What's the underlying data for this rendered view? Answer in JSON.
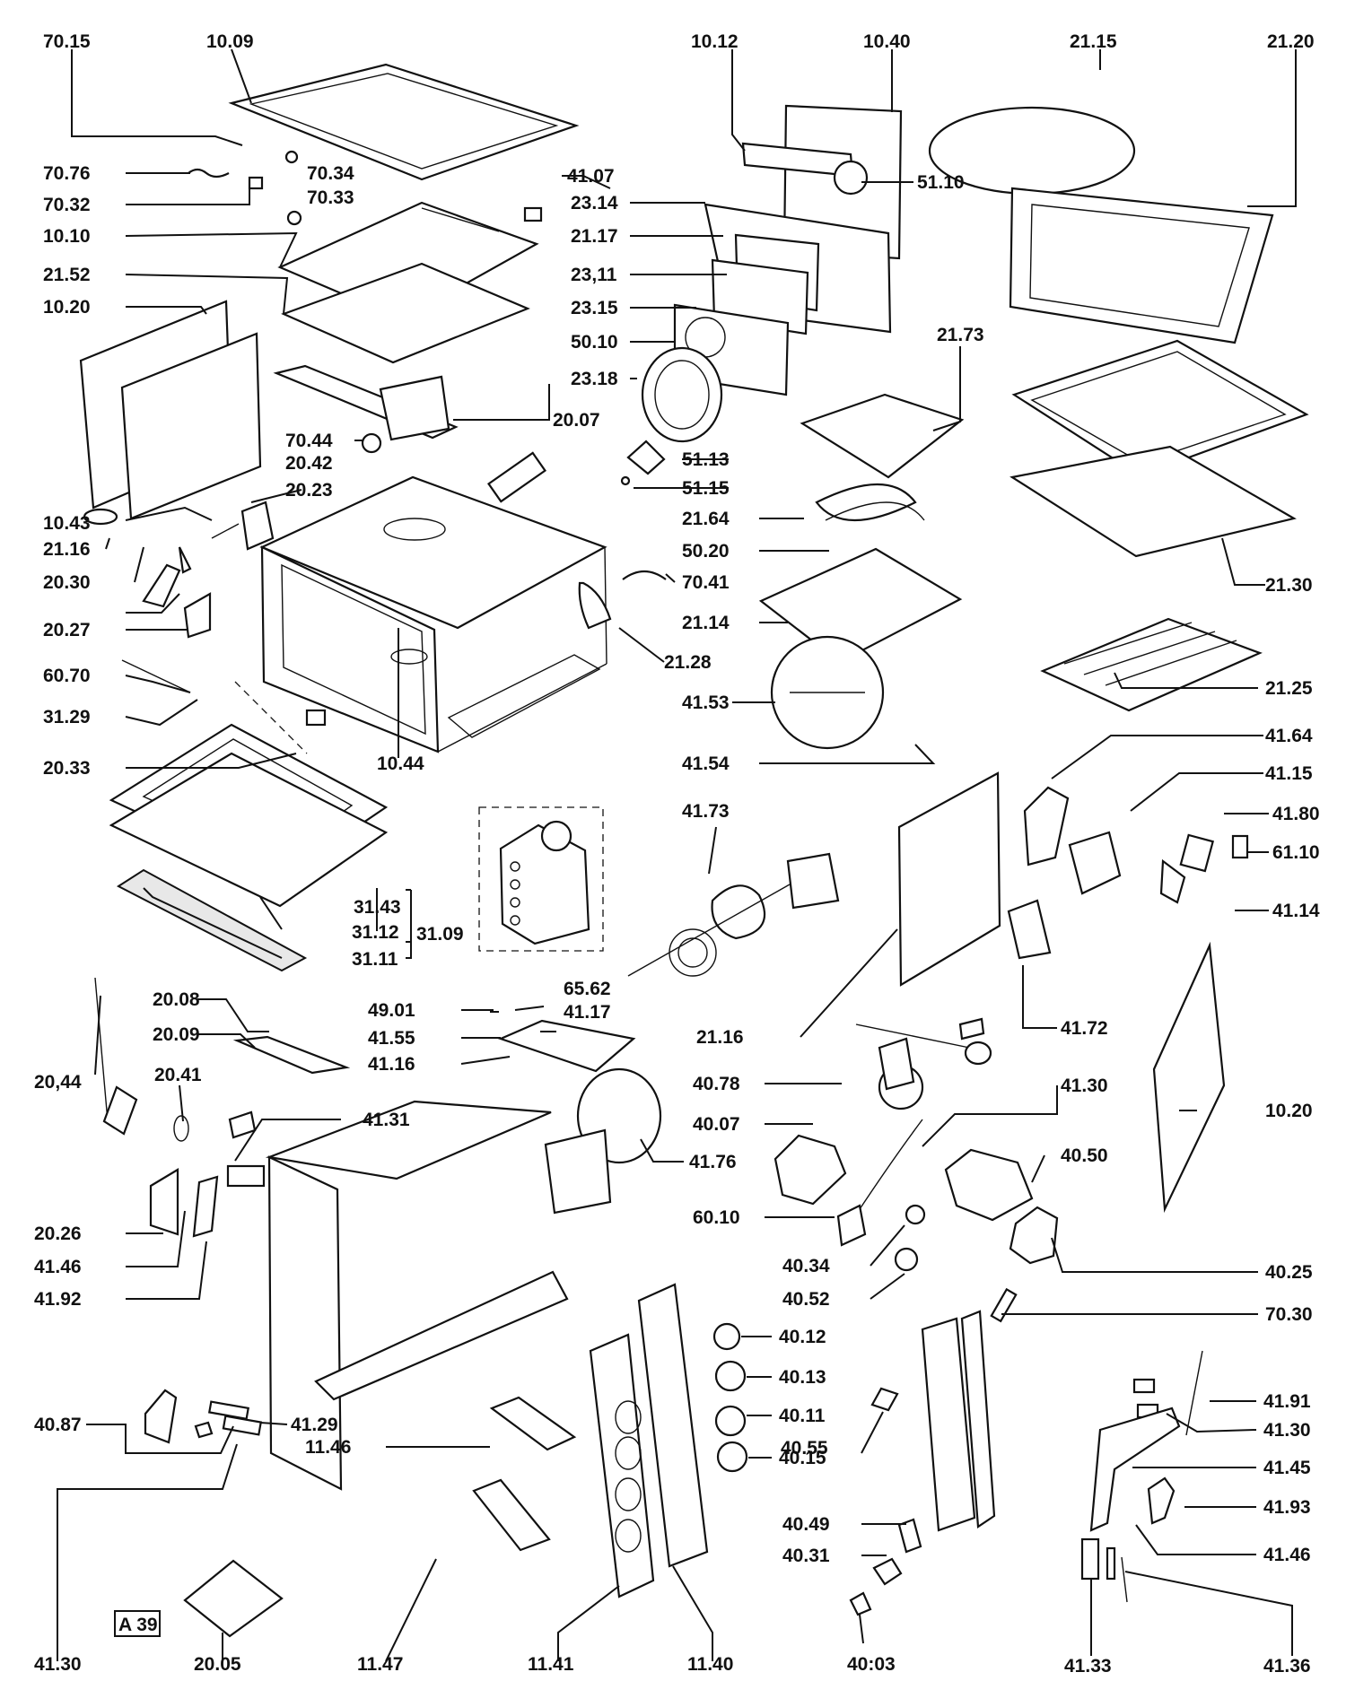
{
  "diagram": {
    "page_ref": "A 39",
    "labels": {
      "l7015": "70.15",
      "l1009": "10.09",
      "l7076": "70.76",
      "l7034": "70.34",
      "l7033": "70.33",
      "l7032": "70.32",
      "l1010": "10.10",
      "l2152": "21.52",
      "l1020a": "10.20",
      "l2007": "20.07",
      "l7044": "70.44",
      "l2042": "20.42",
      "l2023": "20.23",
      "l1043": "10.43",
      "l2116a": "21.16",
      "l2030": "20.30",
      "l2027": "20.27",
      "l6070": "60.70",
      "l3129": "31.29",
      "l2033": "20.33",
      "l1044": "10.44",
      "l3143": "31.43",
      "l3112": "31.12",
      "l3109": "31.09",
      "l3111": "31.11",
      "l4107": "41.07",
      "l1012": "10.12",
      "l1040": "10.40",
      "l5110": "51.10",
      "l2314": "23.14",
      "l2117": "21.17",
      "l2311": "23,11",
      "l2315": "23.15",
      "l5010": "50.10",
      "l2318": "23.18",
      "l5113": "51.13",
      "l5115": "51.15",
      "l2164": "21.64",
      "l5020": "50.20",
      "l7041": "70.41",
      "l2114": "21.14",
      "l2128": "21.28",
      "l4153": "41.53",
      "l4154": "41.54",
      "l4173": "41.73",
      "l2173": "21.73",
      "l2115": "21.15",
      "l2120": "21.20",
      "l2130": "21.30",
      "l2125": "21.25",
      "l4164": "41.64",
      "l4115": "41.15",
      "l4180": "41.80",
      "l6110": "61.10",
      "l4114": "41.14",
      "l2116b": "21.16",
      "l4172": "41.72",
      "l1020b": "10.20",
      "l2008": "20.08",
      "l2009": "20.09",
      "l2044": "20,44",
      "l2041": "20.41",
      "l4131": "41.31",
      "l2026": "20.26",
      "l4146a": "41.46",
      "l4192": "41.92",
      "l4901": "49.01",
      "l6562": "65.62",
      "l4155": "41.55",
      "l4117": "41.17",
      "l4116": "41.16",
      "l4176": "41.76",
      "l4078": "40.78",
      "l4007": "40.07",
      "l6010": "60.10",
      "l4130a": "41.30",
      "l4050": "40.50",
      "l4034": "40.34",
      "l4052": "40.52",
      "l4025": "40.25",
      "l7030": "70.30",
      "l4012": "40.12",
      "l4013": "40.13",
      "l4011": "40.11",
      "l4015": "40.15",
      "l4055": "40.55",
      "l4049": "40.49",
      "l4031": "40.31",
      "l4003": "40:03",
      "l4087": "40.87",
      "l4129": "41.29",
      "l1146": "11.46",
      "l4130b": "41.30",
      "l2005": "20.05",
      "l1147": "11.47",
      "l1141": "11.41",
      "l1140": "11.40",
      "l4191": "41.91",
      "l4130c": "41.30",
      "l4145": "41.45",
      "l4193": "41.93",
      "l4146b": "41.46",
      "l4133": "41.33",
      "l4136": "41.36"
    }
  }
}
